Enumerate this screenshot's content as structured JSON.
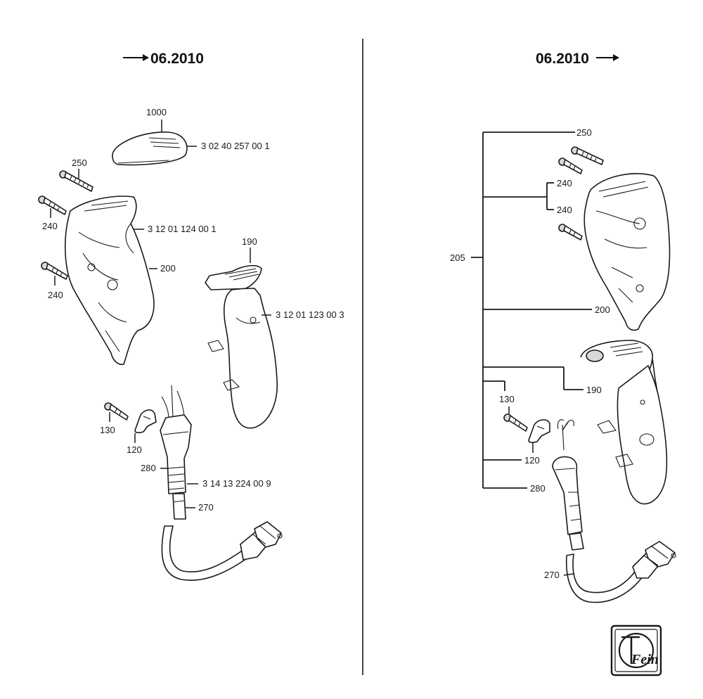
{
  "left": {
    "header": "06.2010",
    "labels": {
      "p1000": "1000",
      "part_1000": "3 02 40 257 00 1",
      "p250": "250",
      "p240a": "240",
      "p240b": "240",
      "part_200": "3 12 01 124 00 1",
      "p200": "200",
      "p190": "190",
      "part_190": "3 12 01 123 00 3",
      "p130": "130",
      "p120": "120",
      "p280": "280",
      "part_280": "3 14 13 224 00 9",
      "p270": "270"
    }
  },
  "right": {
    "header": "06.2010",
    "labels": {
      "p250": "250",
      "p240a": "240",
      "p240b": "240",
      "p205": "205",
      "p200": "200",
      "p190": "190",
      "p130": "130",
      "p120": "120",
      "p280": "280",
      "p270": "270"
    }
  },
  "logo": {
    "text": "Fein"
  },
  "colors": {
    "ink": "#1a1a1a",
    "shade": "#d9d9d9"
  }
}
